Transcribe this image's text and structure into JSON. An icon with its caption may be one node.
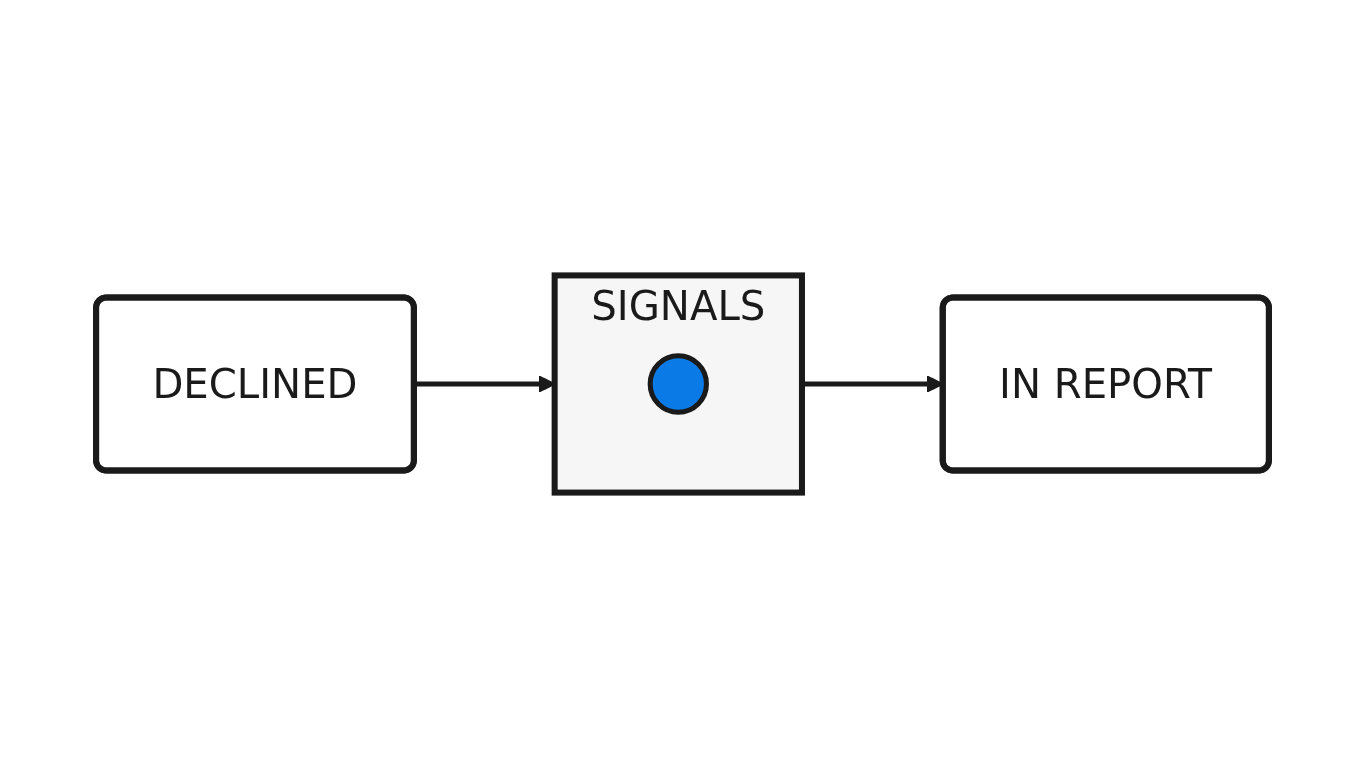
{
  "diagram": {
    "nodes": [
      {
        "text": [
          "DECLINED"
        ]
      },
      {
        "text": [
          "SIGNALS"
        ]
      },
      {
        "text": [],
        "shape": "circle",
        "in": 1
      },
      {
        "text": [
          "IN REPORT"
        ]
      }
    ],
    "edges": [
      {
        "from": 0,
        "to": 1,
        "arrow": "to"
      },
      {
        "from": 1,
        "to": 3,
        "arrow": "to"
      }
    ]
  }
}
